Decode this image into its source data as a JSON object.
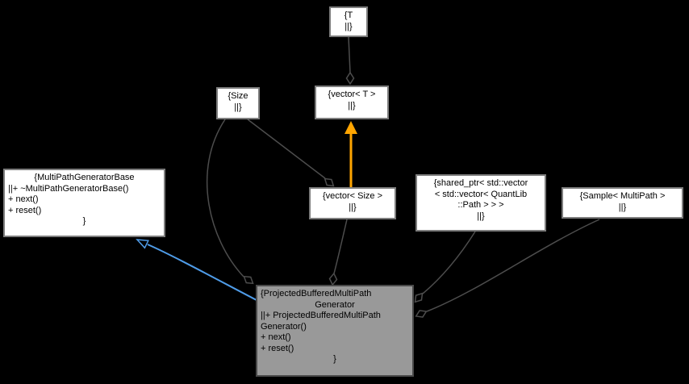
{
  "diagram": {
    "title": "ProjectedBufferedMultiPathGenerator collaboration diagram",
    "background": "#000000",
    "colors": {
      "node_fill": "#ffffff",
      "node_border": "#7d7d7d",
      "focus_fill": "#999999",
      "focus_border": "#4a4a4a",
      "text": "#000000",
      "edge": "#4d4d4d",
      "template_edge": "#ffa500",
      "inheritance_edge": "#4f9ce8"
    },
    "nodes": {
      "t": {
        "lines": [
          "{T",
          "||}"
        ]
      },
      "size": {
        "lines": [
          "{Size",
          "||}"
        ]
      },
      "vector_t": {
        "lines": [
          "{vector< T >",
          "||}"
        ]
      },
      "mpgb": {
        "lines": [
          "{MultiPathGeneratorBase",
          "||+ ~MultiPathGeneratorBase()",
          "+ next()",
          "+ reset()",
          "}"
        ]
      },
      "vector_size": {
        "lines": [
          "{vector< Size >",
          "||}"
        ]
      },
      "shared_ptr": {
        "lines": [
          "{shared_ptr< std::vector",
          "< std::vector< QuantLib",
          "::Path > > >",
          "||}"
        ]
      },
      "sample": {
        "lines": [
          "{Sample< MultiPath >",
          "||}"
        ]
      },
      "generator": {
        "lines": [
          "{ProjectedBufferedMultiPath",
          "Generator",
          "||+ ProjectedBufferedMultiPath",
          "Generator()",
          "+ next()",
          "+ reset()",
          "}"
        ]
      }
    },
    "edges": [
      {
        "from": "T",
        "to": "vector< T >",
        "relation": "aggregation"
      },
      {
        "from": "Size",
        "to": "ProjectedBufferedMultiPathGenerator",
        "relation": "aggregation"
      },
      {
        "from": "Size",
        "to": "vector< Size >",
        "relation": "aggregation"
      },
      {
        "from": "vector< Size >",
        "to": "vector< T >",
        "relation": "template-instantiation"
      },
      {
        "from": "vector< Size >",
        "to": "ProjectedBufferedMultiPathGenerator",
        "relation": "aggregation"
      },
      {
        "from": "shared_ptr< std::vector< std::vector< QuantLib::Path > > >",
        "to": "ProjectedBufferedMultiPathGenerator",
        "relation": "aggregation"
      },
      {
        "from": "Sample< MultiPath >",
        "to": "ProjectedBufferedMultiPathGenerator",
        "relation": "aggregation"
      },
      {
        "from": "ProjectedBufferedMultiPathGenerator",
        "to": "MultiPathGeneratorBase",
        "relation": "public-inheritance"
      }
    ]
  }
}
